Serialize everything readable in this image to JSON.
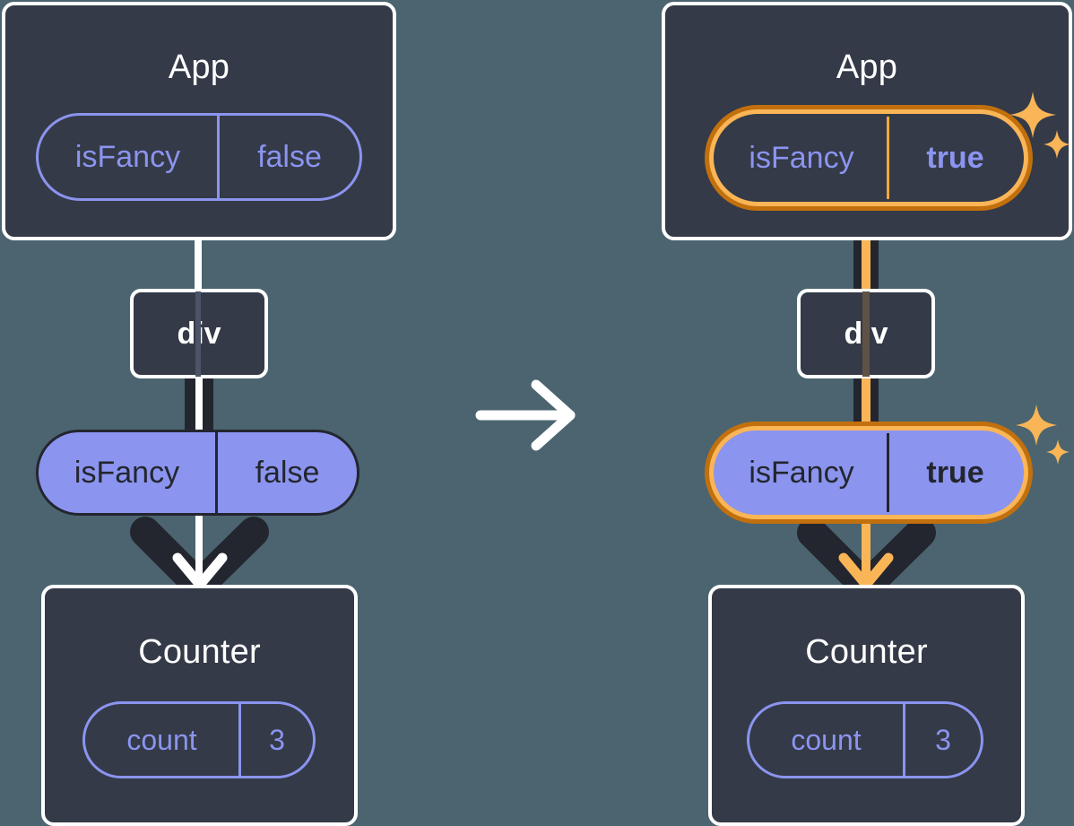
{
  "diagram": {
    "title": "React state update propagation diagram",
    "background_color": "#4b6470",
    "transition_arrow": "right-arrow"
  },
  "colors": {
    "background": "#4b6470",
    "box_fill": "#343a47",
    "box_border": "#ffffff",
    "pill_purple": "#8b94ef",
    "pill_text_dark": "#23262e",
    "highlight_outer": "#c1700d",
    "highlight_inner": "#fab557",
    "connector_dark": "#23262e",
    "connector_white": "#ffffff",
    "connector_orange": "#fab557"
  },
  "before": {
    "app": {
      "title": "App",
      "state": {
        "name": "isFancy",
        "value": "false",
        "highlighted": false
      }
    },
    "div": {
      "label": "div"
    },
    "prop": {
      "name": "isFancy",
      "value": "false",
      "highlighted": false
    },
    "counter": {
      "title": "Counter",
      "state": {
        "name": "count",
        "value": "3"
      }
    }
  },
  "after": {
    "app": {
      "title": "App",
      "state": {
        "name": "isFancy",
        "value": "true",
        "highlighted": true
      }
    },
    "div": {
      "label": "div"
    },
    "prop": {
      "name": "isFancy",
      "value": "true",
      "highlighted": true
    },
    "counter": {
      "title": "Counter",
      "state": {
        "name": "count",
        "value": "3"
      }
    },
    "sparkle_icons": [
      "sparkle-large",
      "sparkle-small"
    ]
  }
}
